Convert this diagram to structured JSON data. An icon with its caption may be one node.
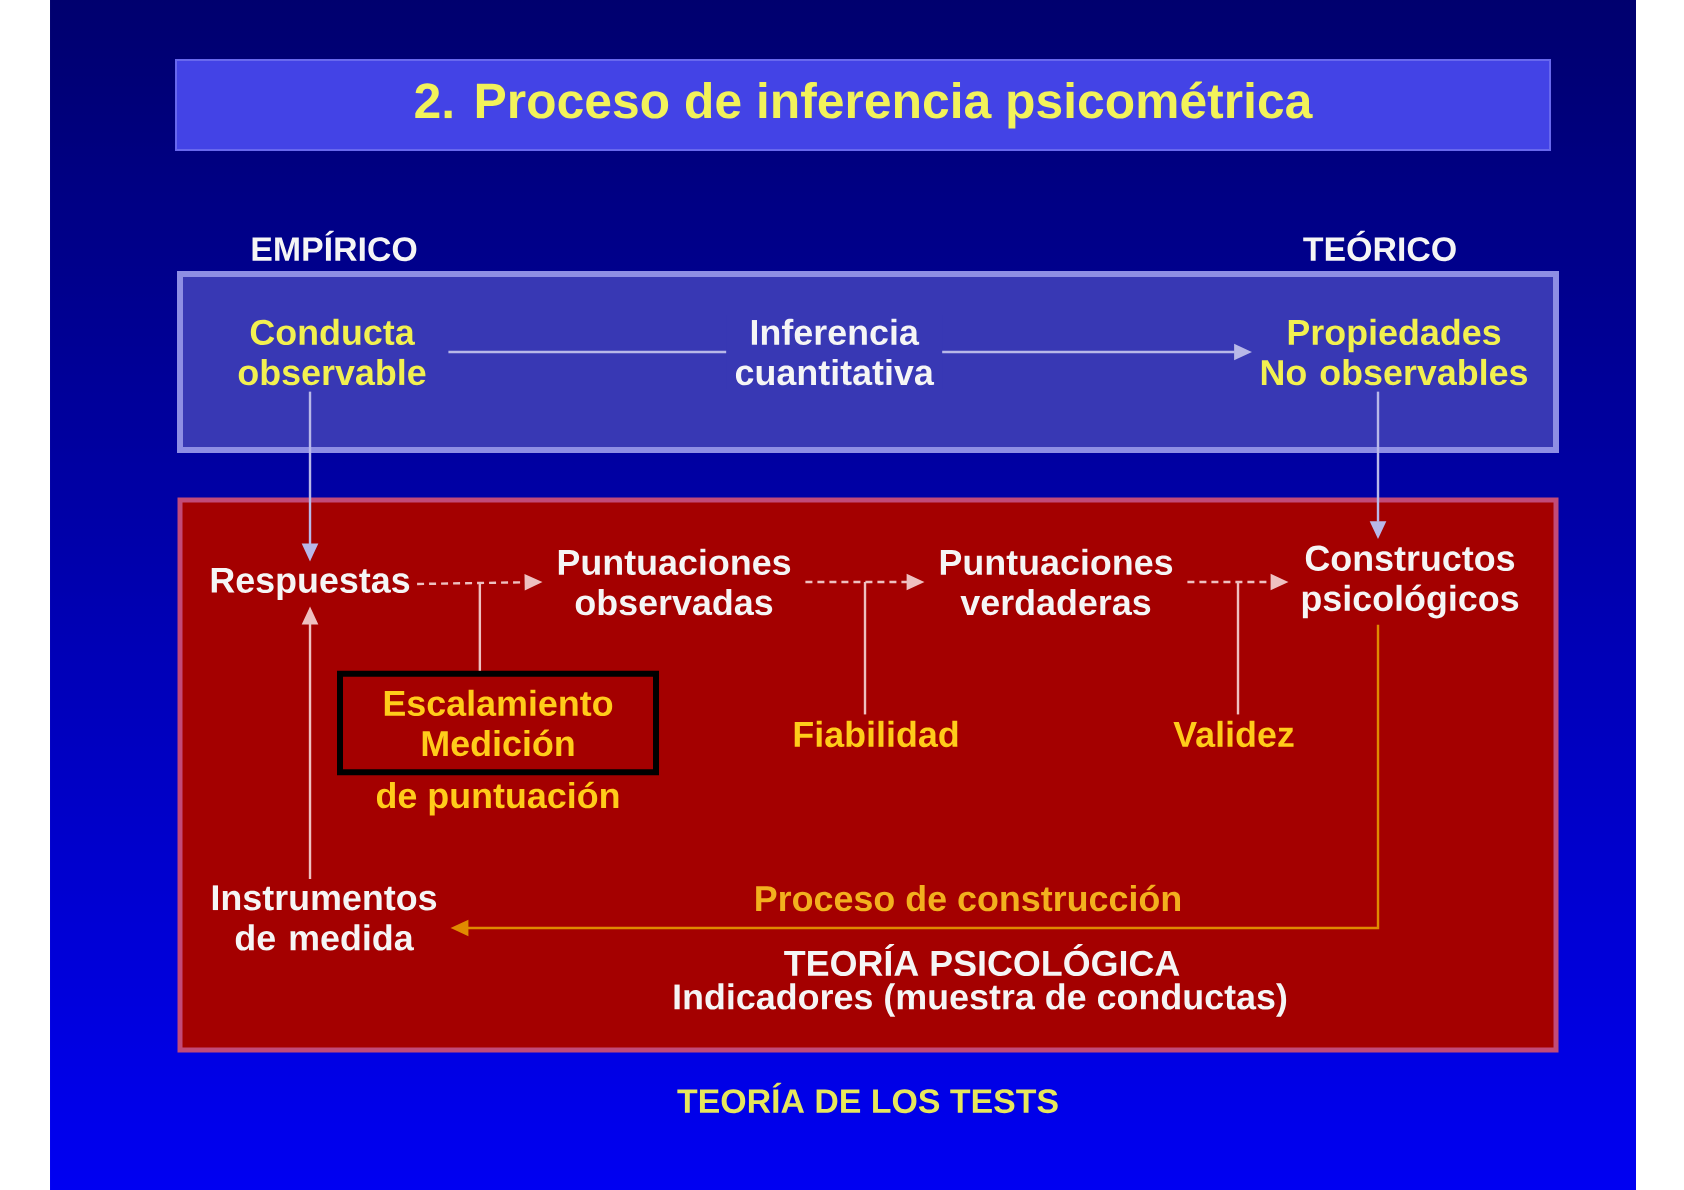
{
  "diagram": {
    "title": "2. Proceso de inferencia psicométrica",
    "nodes": [
      {
        "text": [],
        "shape": "box"
      },
      {
        "text": [
          "Conducta observable"
        ],
        "in": 0
      },
      {
        "text": [
          "Propiedades No observables"
        ],
        "in": 0
      },
      {
        "text": [],
        "shape": "box"
      },
      {
        "text": [
          "Respuestas"
        ],
        "in": 3
      },
      {
        "text": [
          "Puntuaciones observadas"
        ],
        "in": 3
      },
      {
        "text": [
          "Puntuaciones verdaderas"
        ],
        "in": 3
      },
      {
        "text": [
          "Constructos psicológicos"
        ],
        "in": 3
      },
      {
        "text": [
          "Escalamiento Medición"
        ],
        "beside": [
          "de puntuación"
        ],
        "in": 3
      },
      {
        "text": [
          "Fiabilidad"
        ],
        "in": 3
      },
      {
        "text": [
          "Validez"
        ],
        "in": 3
      },
      {
        "text": [
          "Instrumentos de medida"
        ],
        "in": 3
      }
    ],
    "edges": [
      {
        "from": 1,
        "to": 2,
        "arrow": "to",
        "label": "Inferencia cuantitativa"
      },
      {
        "from": 1,
        "to": 4,
        "arrow": "to"
      },
      {
        "from": 2,
        "to": 7,
        "arrow": "to"
      },
      {
        "from": 4,
        "to": 5,
        "arrow": "to",
        "style": "dashed"
      },
      {
        "from": 5,
        "to": 6,
        "arrow": "to",
        "style": "dashed"
      },
      {
        "from": 6,
        "to": 7,
        "arrow": "to",
        "style": "dashed"
      },
      {
        "from": 11,
        "to": 4,
        "arrow": "to"
      },
      {
        "from": 7,
        "to": 11,
        "arrow": "to",
        "label": "Proceso de construcción",
        "color": "#e08a00"
      },
      {
        "from": 8,
        "to": null,
        "arrow": "none"
      },
      {
        "from": 9,
        "to": null,
        "arrow": "none"
      },
      {
        "from": 10,
        "to": null,
        "arrow": "none"
      }
    ],
    "labels": [
      "EMPÍRICO",
      "TEÓRICO",
      "TEORÍA PSICOLÓGICA",
      "Indicadores (muestra de conductas)",
      "TEORÍA DE LOS TESTS"
    ]
  }
}
